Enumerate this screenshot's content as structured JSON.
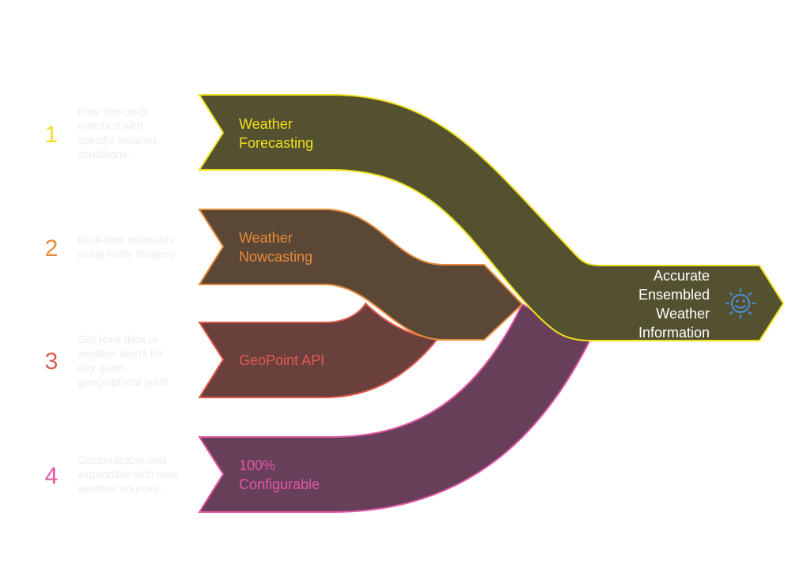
{
  "colors": {
    "stage1_fill": "#545130",
    "stage1_stroke": "#f0df1c",
    "stage2_fill": "#5b4736",
    "stage2_stroke": "#e78a3a",
    "stage3_fill": "#6a403c",
    "stage3_stroke": "#e05a4f",
    "stage4_fill": "#683f58",
    "stage4_stroke": "#e257a8",
    "output_text": "#ffffff",
    "icon": "#4a8fe0",
    "description_text": "#ececec"
  },
  "stages": [
    {
      "number": "1",
      "label_lines": [
        "Weather",
        "Forecasting"
      ],
      "description_lines": [
        "Raw forecasts",
        "matched with",
        "specific weather",
        "conditions."
      ]
    },
    {
      "number": "2",
      "label_lines": [
        "Weather",
        "Nowcasting"
      ],
      "description_lines": [
        "Real-time nowcasts",
        "using radar imagery."
      ]
    },
    {
      "number": "3",
      "label_lines": [
        "GeoPoint API"
      ],
      "description_lines": [
        "Get Raw data or",
        "weather alerts for",
        "any given",
        "geographical point"
      ]
    },
    {
      "number": "4",
      "label_lines": [
        "100%",
        "Configurable"
      ],
      "description_lines": [
        "Customizable and",
        "expandible with new",
        "weather sources."
      ]
    }
  ],
  "output": {
    "label_lines": [
      "Accurate",
      "Ensembled",
      "Weather",
      "Information"
    ],
    "icon": "smiling-sun-icon"
  }
}
